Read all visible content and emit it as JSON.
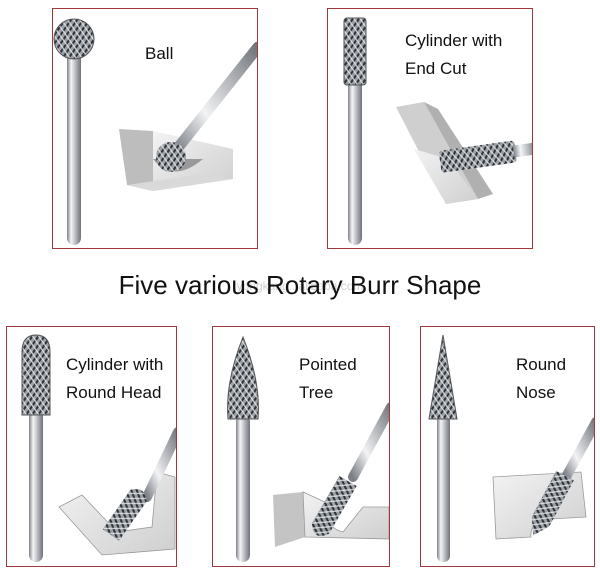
{
  "title": "Five various Rotary Burr Shape",
  "watermark": "yongkang...alibaba.com",
  "panels": {
    "ball": {
      "label_lines": [
        "Ball"
      ]
    },
    "cylinder_end_cut": {
      "label_lines": [
        "Cylinder with",
        "End Cut"
      ]
    },
    "cylinder_round_head": {
      "label_lines": [
        "Cylinder with",
        "Round Head"
      ]
    },
    "pointed_tree": {
      "label_lines": [
        "Pointed",
        "Tree"
      ]
    },
    "round_nose": {
      "label_lines": [
        "Round",
        "Nose"
      ]
    }
  },
  "colors": {
    "border": "#a0393c",
    "metal": "#c8cbd0",
    "workpiece": "#e6e6e6"
  }
}
